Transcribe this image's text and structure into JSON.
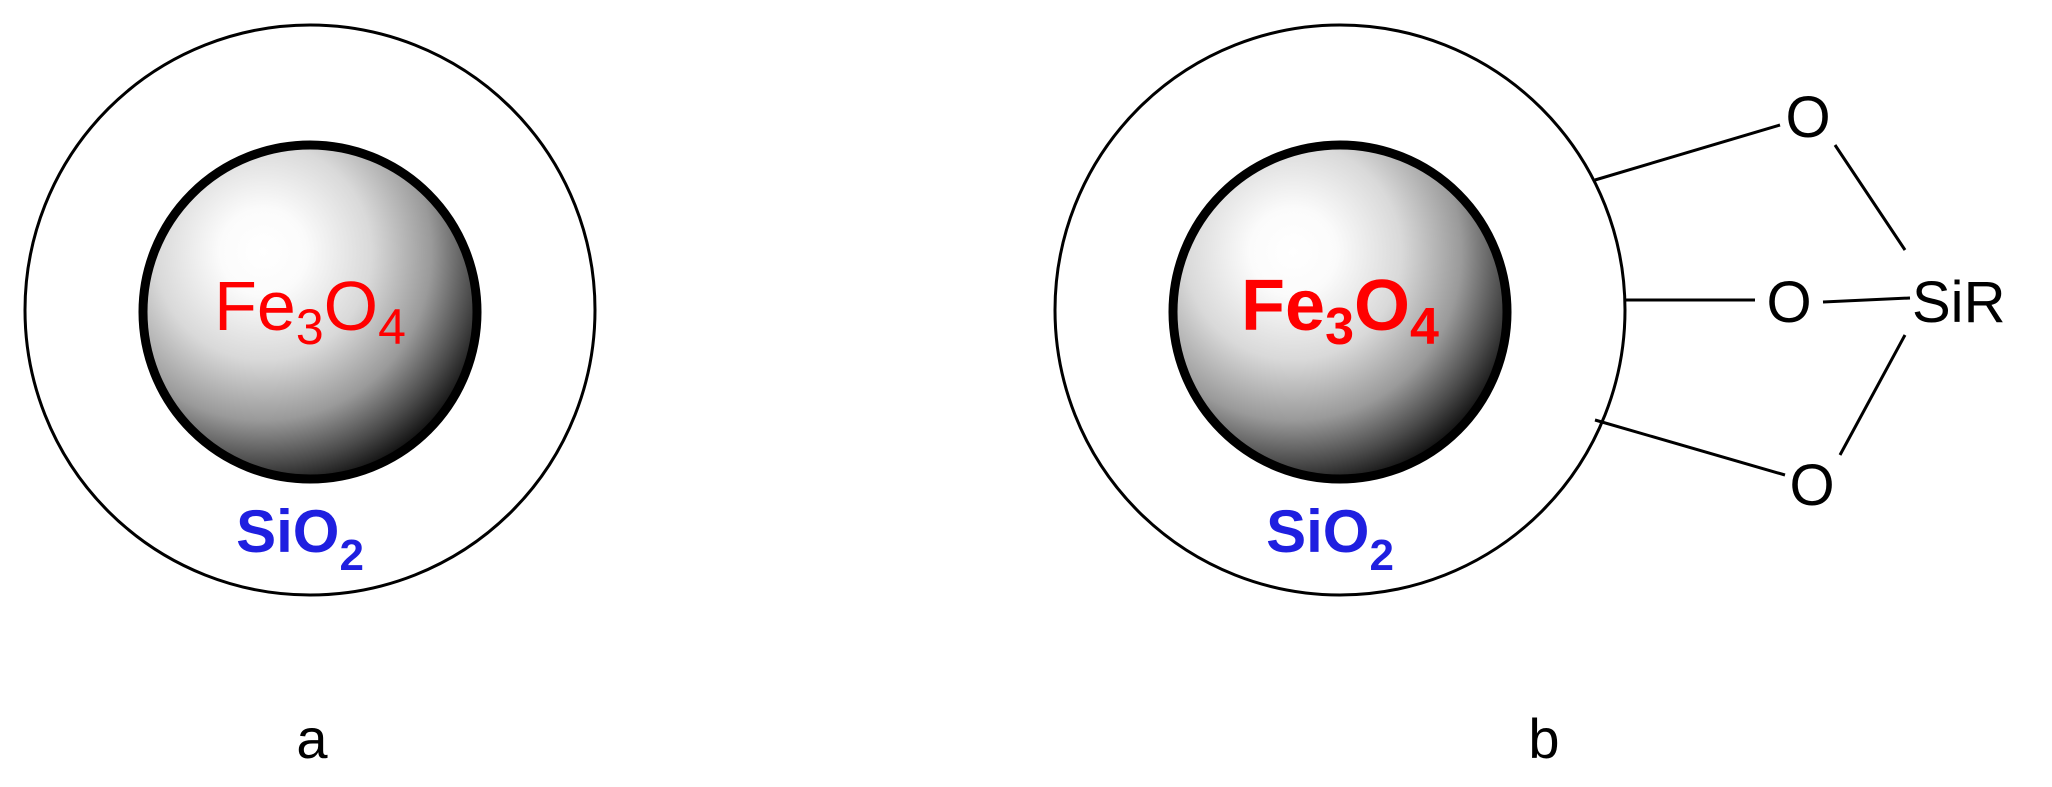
{
  "panels": [
    {
      "id": "a",
      "label": "a",
      "core": {
        "base": "Fe",
        "sub1": "3",
        "mid": "O",
        "sub2": "4",
        "weight": "normal"
      },
      "shell": {
        "base": "SiO",
        "sub": "2"
      }
    },
    {
      "id": "b",
      "label": "b",
      "core": {
        "base": "Fe",
        "sub1": "3",
        "mid": "O",
        "sub2": "4",
        "weight": "bold"
      },
      "shell": {
        "base": "SiO",
        "sub": "2"
      },
      "linkage": {
        "oxygen_top": "O",
        "oxygen_mid": "O",
        "oxygen_bottom": "O",
        "silane": "SiR"
      }
    }
  ],
  "colors": {
    "core_label": "#ff0000",
    "shell_label": "#1f1fe0",
    "outline": "#000000",
    "core_dark": "#000000",
    "core_light": "#ffffff"
  }
}
